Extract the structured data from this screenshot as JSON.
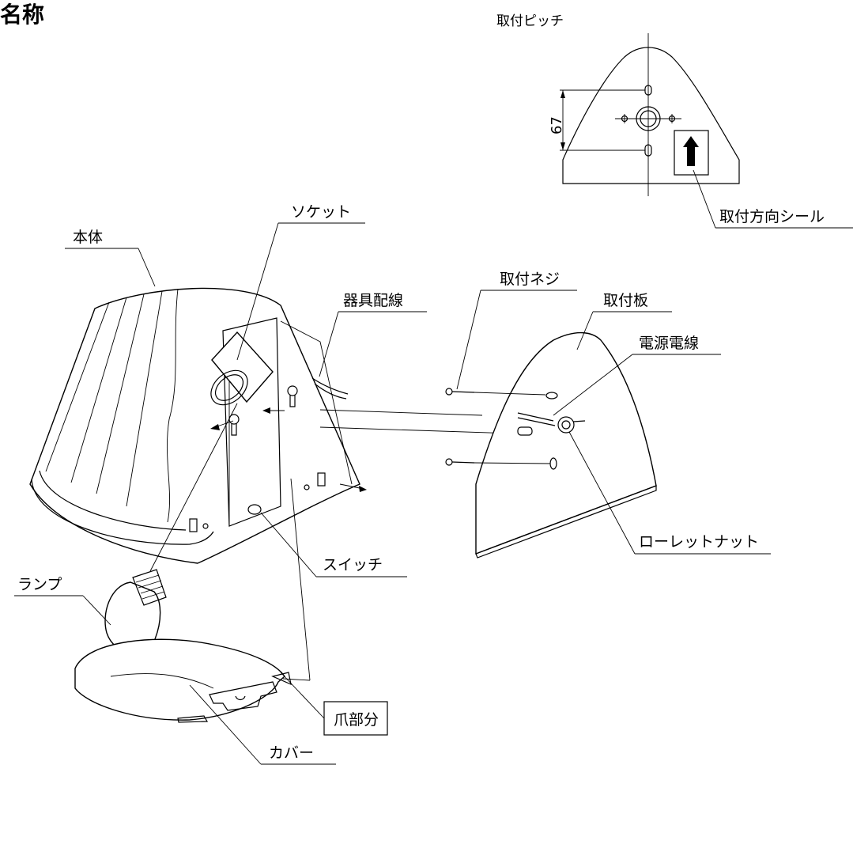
{
  "title": "名称",
  "pitch": {
    "title": "取付ピッチ",
    "dimension": "67",
    "seal_label": "取付方向シール"
  },
  "labels": {
    "honntai": "本体",
    "socket": "ソケット",
    "kigu_haisen": "器具配線",
    "toritsuke_neji": "取付ネジ",
    "toritsuke_ita": "取付板",
    "dengen_densen": "電源電線",
    "roretto_natto": "ローレットナット",
    "switch": "スイッチ",
    "lamp": "ランプ",
    "tsume_bubun": "爪部分",
    "cover": "カバー"
  },
  "colors": {
    "line": "#000000",
    "background": "#ffffff"
  },
  "icons": {
    "seal": "up-arrow-icon"
  }
}
